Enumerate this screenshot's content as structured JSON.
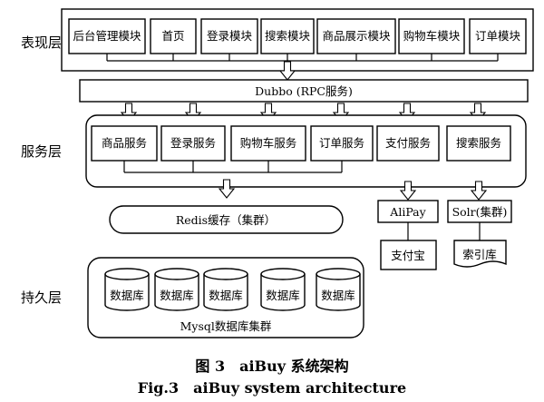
{
  "layers": {
    "presentation": "表现层",
    "service": "服务层",
    "persistence": "持久层"
  },
  "presentation_modules": [
    "后台管理模块",
    "首页",
    "登录模块",
    "搜索模块",
    "商品展示模块",
    "购物车模块",
    "订单模块"
  ],
  "rpc": "Dubbo (RPC服务)",
  "services": [
    "商品服务",
    "登录服务",
    "购物车服务",
    "订单服务",
    "支付服务",
    "搜索服务"
  ],
  "redis": "Redis缓存（集群）",
  "alipay": "AliPay",
  "alipay_target": "支付宝",
  "solr": "Solr(集群)",
  "index_store": "索引库",
  "databases": [
    "数据库",
    "数据库",
    "数据库",
    "数据库",
    "数据库"
  ],
  "mysql_cluster": "Mysql数据库集群",
  "caption": {
    "cn": "图 3　aiBuy 系统架构",
    "en": "Fig.3　aiBuy system architecture"
  }
}
